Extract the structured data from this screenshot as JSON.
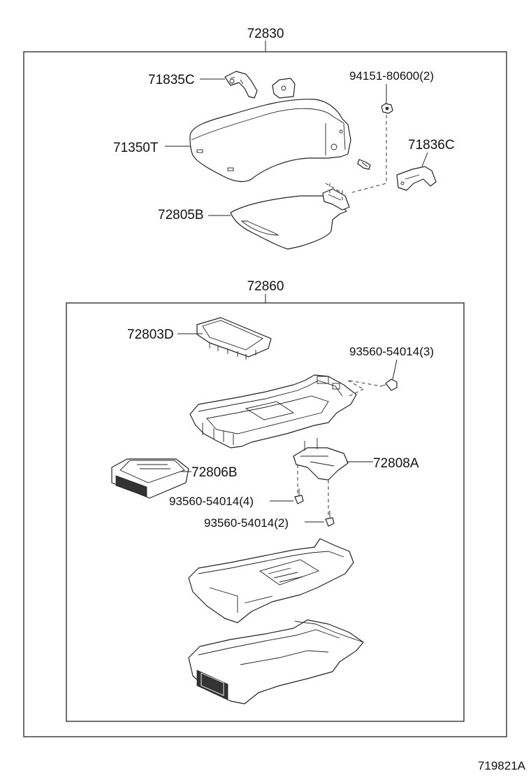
{
  "assembly": {
    "outer_number": "72830",
    "inner_number": "72860"
  },
  "parts": {
    "p71835C": "71835C",
    "p94151": "94151-80600(2)",
    "p71350T": "71350T",
    "p71836C": "71836C",
    "p72805B": "72805B",
    "p72803D": "72803D",
    "p93560_3": "93560-54014(3)",
    "p72806B": "72806B",
    "p72808A": "72808A",
    "p93560_4": "93560-54014(4)",
    "p93560_2": "93560-54014(2)"
  },
  "figure_id": "719821A"
}
